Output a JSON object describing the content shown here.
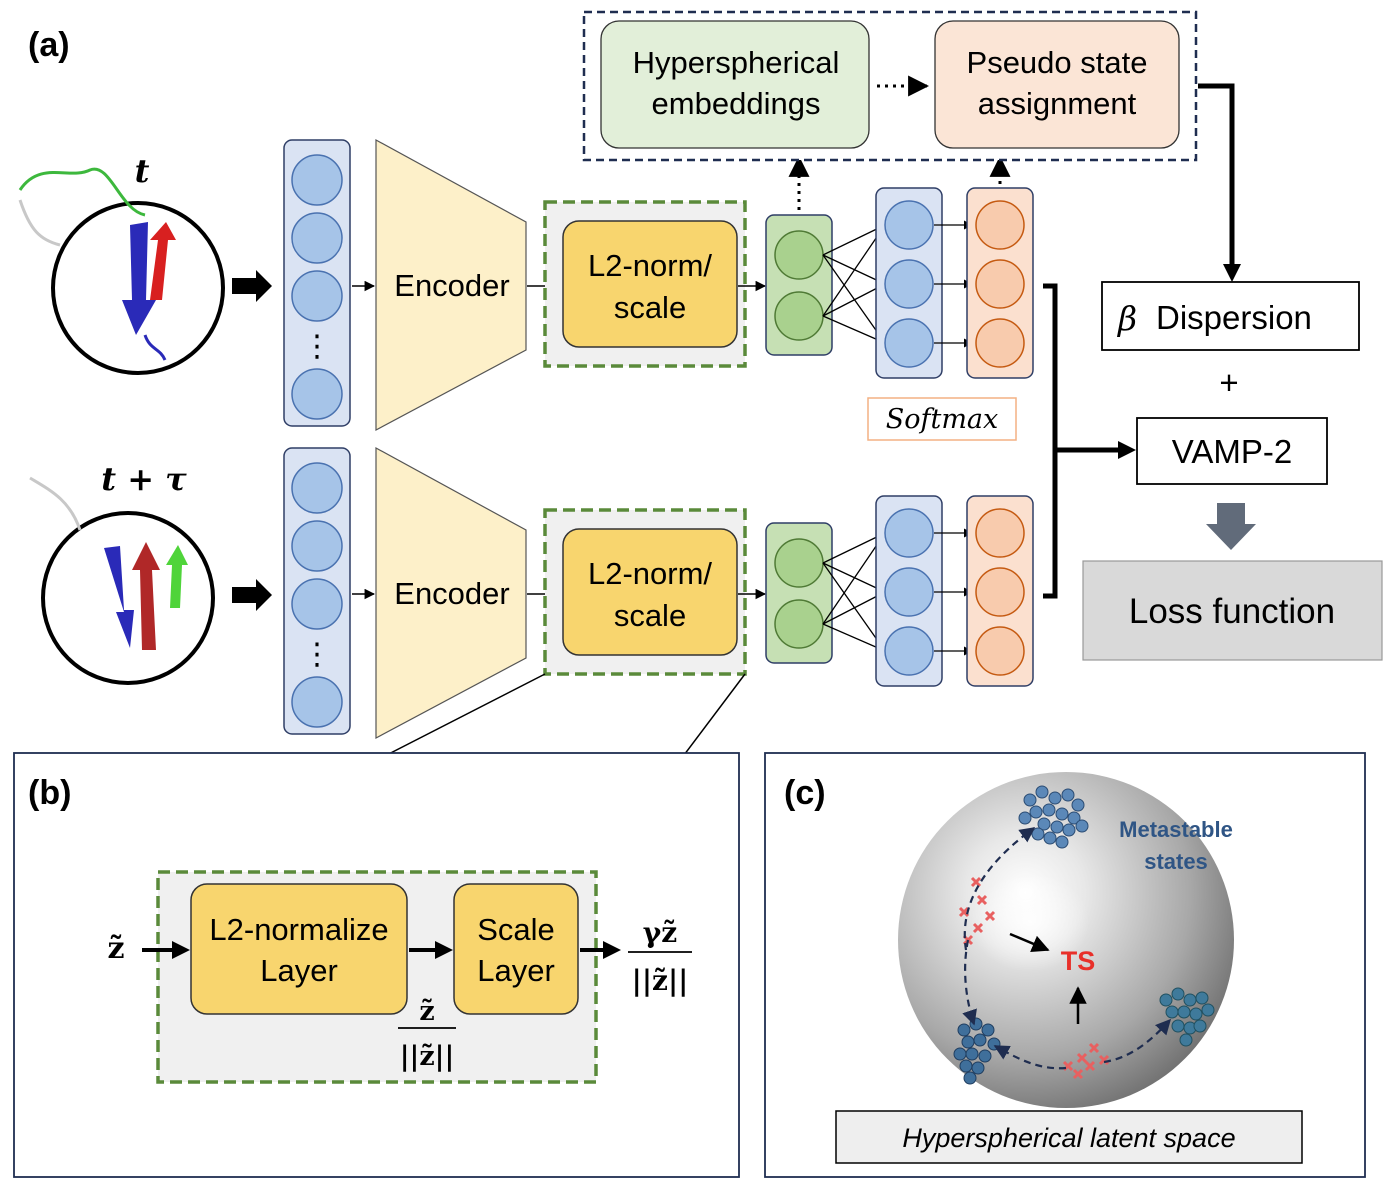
{
  "panels": {
    "a_label": "(a)",
    "b_label": "(b)",
    "c_label": "(c)"
  },
  "panel_a": {
    "time_t": "t",
    "time_t_tau": "t + τ",
    "encoder_top": "Encoder",
    "encoder_bottom": "Encoder",
    "norm_line1": "L2-norm/",
    "norm_line2": "scale",
    "hyper_line1": "Hyperspherical",
    "hyper_line2": "embeddings",
    "pseudo_line1": "Pseudo state",
    "pseudo_line2": "assignment",
    "softmax": "Softmax",
    "beta_symbol": "β",
    "dispersion": "Dispersion",
    "plus": "+",
    "vamp": "VAMP-2",
    "loss": "Loss function",
    "ellipsis": "⋮"
  },
  "panel_b": {
    "input": "z̃",
    "l2_line1": "L2-normalize",
    "l2_line2": "Layer",
    "scale_line1": "Scale",
    "scale_line2": "Layer",
    "frac_mid_num": "z̃",
    "frac_mid_den": "||z̃||",
    "frac_out_num": "γz̃",
    "frac_out_den": "||z̃||"
  },
  "panel_c": {
    "metastable_line1": "Metastable",
    "metastable_line2": "states",
    "ts": "TS",
    "caption": "Hyperspherical latent space"
  },
  "colors": {
    "input_fill": "#dae3f3",
    "circle_blue": "#a6c4e8",
    "encoder_fill": "#fdf0c9",
    "norm_fill": "#f8d56e",
    "green_fill": "#c6e0b4",
    "green_circle": "#a9d18e",
    "orange_fill": "#f8cbad",
    "dashed_green": "#5a8a3a",
    "navy_dash": "#1f2d50",
    "ts_red": "#e8302a",
    "metastable_text": "#2f5585",
    "loss_fill": "#d9d9d9"
  }
}
